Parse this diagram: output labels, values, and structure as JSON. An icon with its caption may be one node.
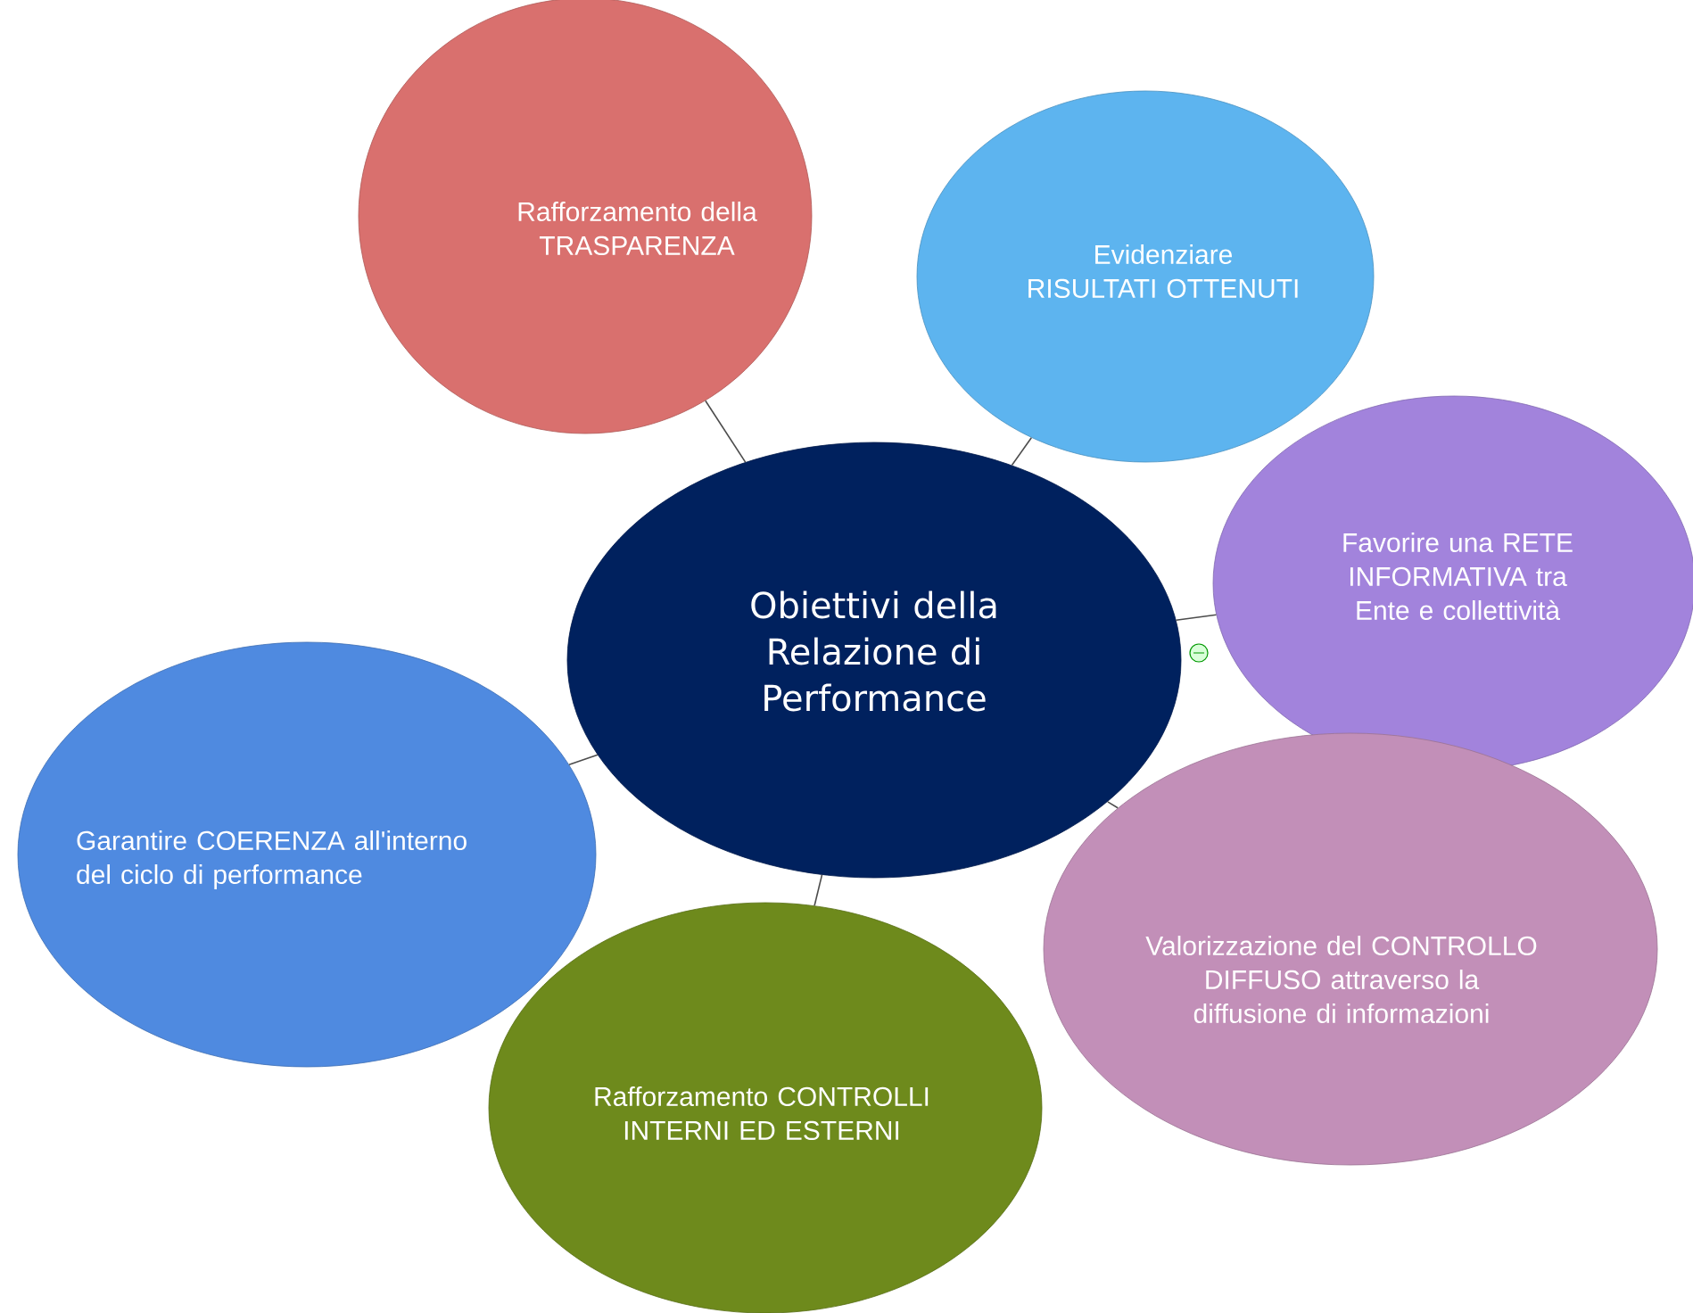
{
  "diagram": {
    "nodes": [
      {
        "text": [
          "Obiettivi della Relazione di Performance"
        ]
      },
      {
        "text": [
          "Rafforzamento della TRASPARENZA"
        ]
      },
      {
        "text": [
          "Evidenziare RISULTATI OTTENUTI"
        ]
      },
      {
        "text": [
          "Favorire una RETE INFORMATIVA tra Ente e collettività"
        ]
      },
      {
        "text": [
          "Valorizzazione del CONTROLLO DIFFUSO attraverso la diffusione di informazioni"
        ]
      },
      {
        "text": [
          "Rafforzamento CONTROLLI INTERNI ED ESTERNI"
        ]
      },
      {
        "text": [
          "Garantire COERENZA all'interno del ciclo di performance"
        ]
      }
    ],
    "edges": [
      {
        "from": 0,
        "to": 1,
        "arrow": "none"
      },
      {
        "from": 0,
        "to": 2,
        "arrow": "none"
      },
      {
        "from": 0,
        "to": 3,
        "arrow": "none"
      },
      {
        "from": 0,
        "to": 4,
        "arrow": "none"
      },
      {
        "from": 0,
        "to": 5,
        "arrow": "none"
      },
      {
        "from": 0,
        "to": 6,
        "arrow": "none"
      }
    ]
  }
}
